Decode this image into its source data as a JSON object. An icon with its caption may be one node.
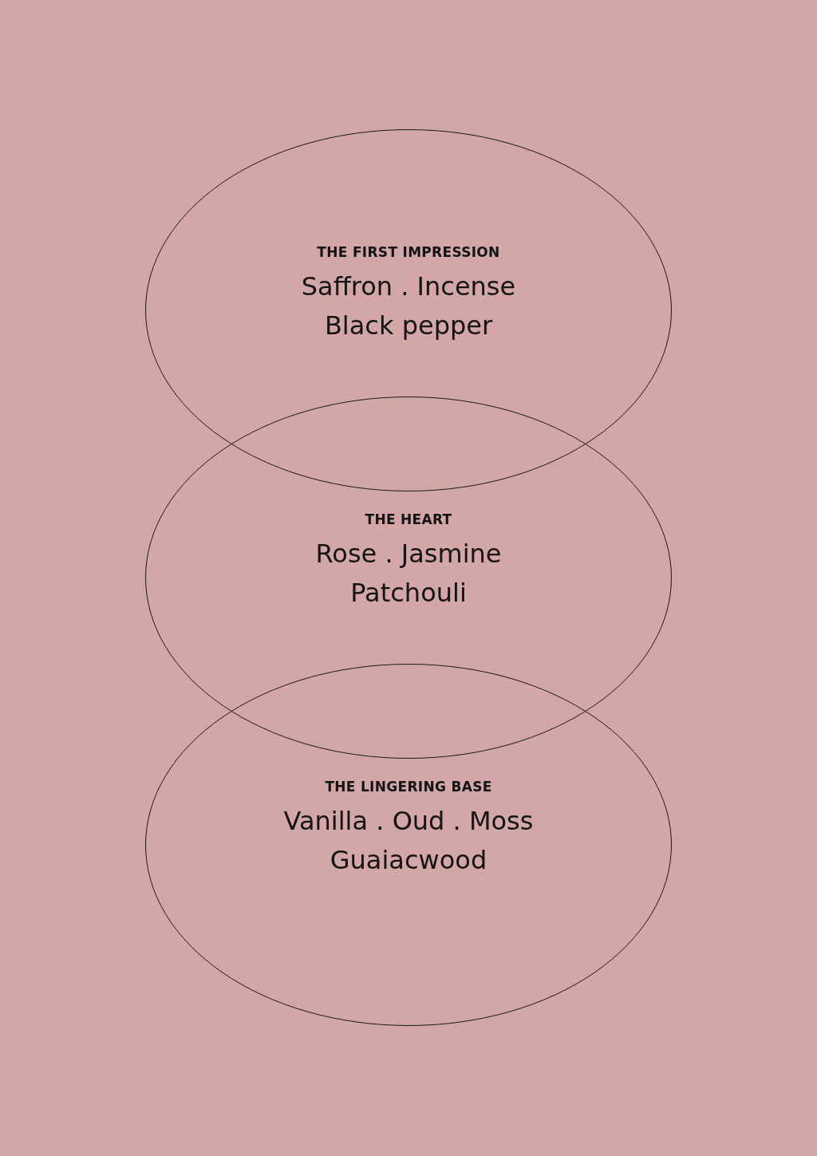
{
  "diagram": {
    "nodes": [
      {
        "text": [
          "THE FIRST IMPRESSION",
          "Saffron . Incense Black pepper"
        ]
      },
      {
        "text": [
          "THE HEART",
          "Rose . Jasmine Patchouli"
        ]
      },
      {
        "text": [
          "THE LINGERING BASE",
          "Vanilla . Oud . Moss Guaiacwood"
        ]
      }
    ]
  }
}
